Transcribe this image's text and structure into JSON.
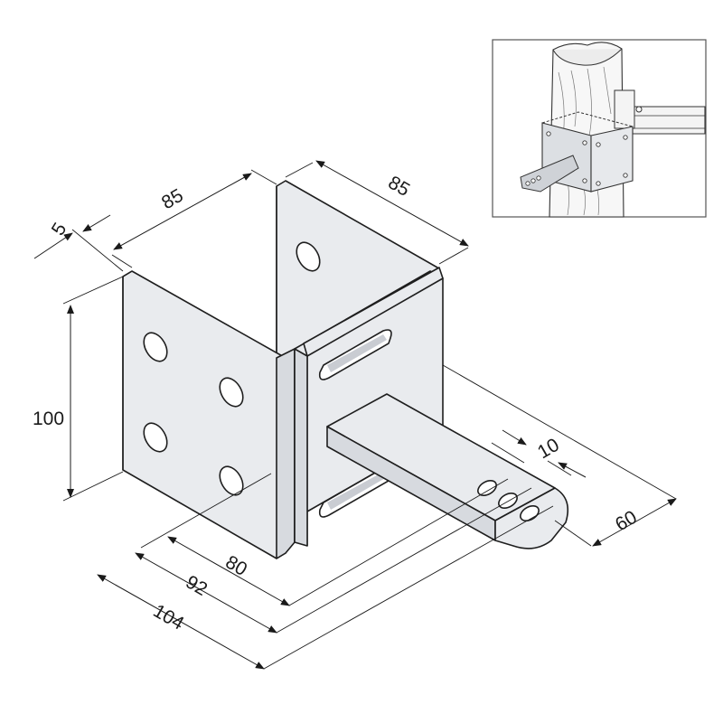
{
  "dimensions": {
    "thickness": "5",
    "width_left": "85",
    "width_right": "85",
    "height": "100",
    "hole_spacing": "10",
    "arm_width": "60",
    "length_80": "80",
    "length_92": "92",
    "length_104": "104"
  },
  "colors": {
    "line": "#1e1e1e",
    "plate_fill": "#e9ebee",
    "plate_shade": "#d7dadf",
    "inset_frame": "#555555"
  }
}
